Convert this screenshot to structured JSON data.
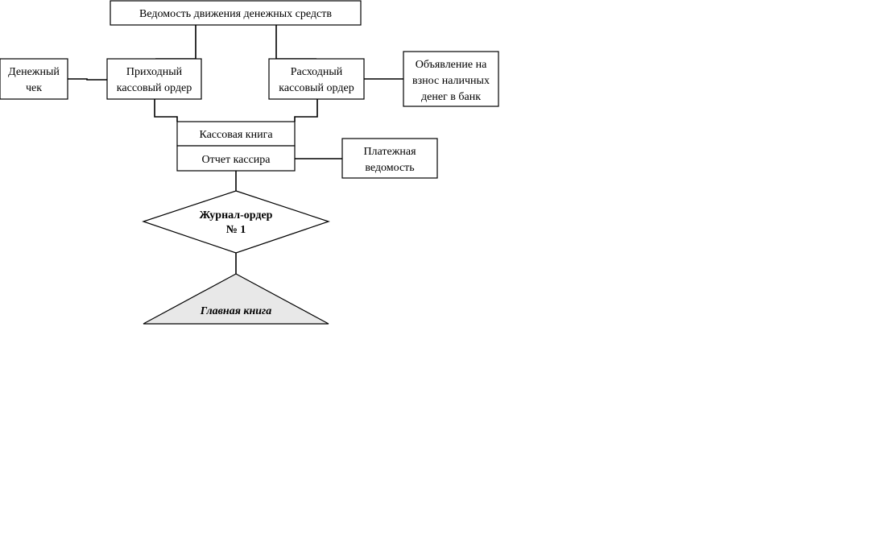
{
  "diagram": {
    "nodes": {
      "statement": {
        "label": "Ведомость движения денежных средств"
      },
      "check": {
        "label_lines": [
          "Денежный",
          "чек"
        ]
      },
      "incoming_order": {
        "label_lines": [
          "Приходный",
          "кассовый ордер"
        ]
      },
      "outgoing_order": {
        "label_lines": [
          "Расходный",
          "кассовый ордер"
        ]
      },
      "deposit_notice": {
        "label_lines": [
          "Объявление на",
          "взнос наличных",
          "денег в банк"
        ]
      },
      "cash_book": {
        "label": "Кассовая книга"
      },
      "cashier_report": {
        "label": "Отчет кассира"
      },
      "payroll": {
        "label_lines": [
          "Платежная",
          "ведомость"
        ]
      },
      "journal_order": {
        "label_lines": [
          "Журнал-ордер",
          "№ 1"
        ]
      },
      "general_ledger": {
        "label": "Главная книга"
      }
    },
    "colors": {
      "stroke": "#000000",
      "background": "#ffffff",
      "ledger_fill": "#e8e8e8"
    }
  }
}
